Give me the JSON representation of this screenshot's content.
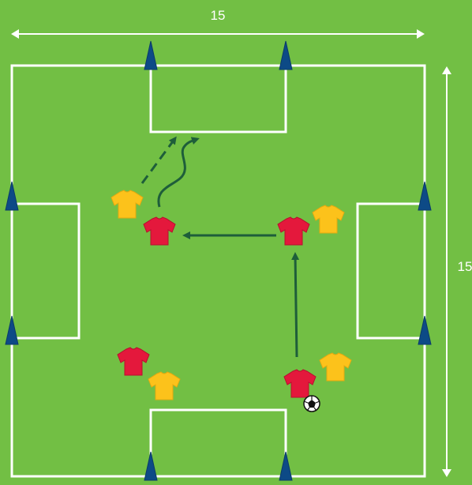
{
  "dimensions": {
    "width_label": "15",
    "height_label": "15"
  },
  "colors": {
    "pitch": "#72bf44",
    "lines": "#ffffff",
    "cone": "#0d4a86",
    "red_shirt": "#e4183c",
    "yellow_shirt": "#fcc21b",
    "movement_arrow": "#1e5e3a",
    "text": "#ffffff"
  },
  "players": {
    "red_team": {
      "color_name": "red",
      "count": 4
    },
    "yellow_team": {
      "color_name": "yellow",
      "count": 4
    }
  },
  "arrows": [
    {
      "type": "pass",
      "style": "solid"
    },
    {
      "type": "pass",
      "style": "solid"
    },
    {
      "type": "run",
      "style": "dashed"
    },
    {
      "type": "dribble",
      "style": "wavy"
    }
  ],
  "cones": {
    "count": 8,
    "color_name": "blue"
  },
  "ball": {
    "count": 1
  }
}
